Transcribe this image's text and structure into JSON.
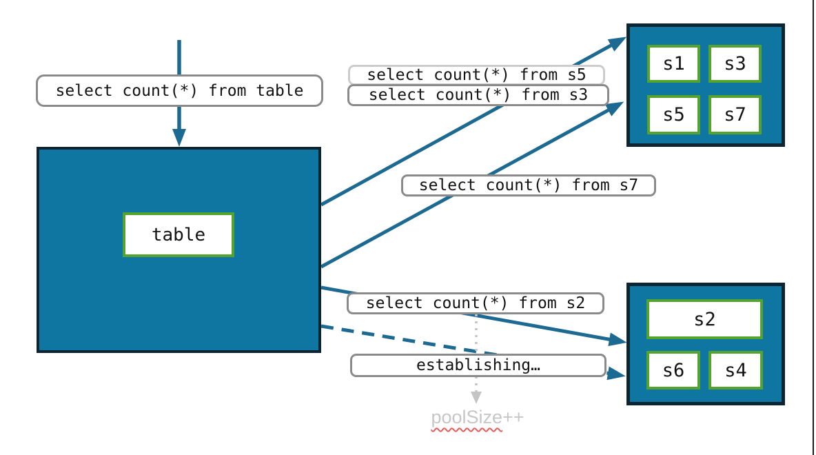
{
  "labels": {
    "query_table": "select count(*) from table",
    "query_s5": "select count(*) from s5",
    "query_s3": "select count(*) from s3",
    "query_s7": "select count(*) from s7",
    "query_s2": "select count(*) from s2",
    "establishing": "establishing…"
  },
  "table_box": {
    "label": "table"
  },
  "top_shard_box": {
    "shards": [
      "s1",
      "s3",
      "s5",
      "s7"
    ]
  },
  "bottom_shard_box": {
    "shards": [
      "s2",
      "s6",
      "s4"
    ]
  },
  "pool_note": {
    "text": "poolSize",
    "suffix": "++"
  },
  "colors": {
    "box_fill": "#0e76a0",
    "box_border": "#0d2433",
    "shard_border": "#54a32f",
    "arrow": "#1c6992",
    "label_border": "#8a8a8a",
    "label_border_light": "#cccccc",
    "dotted_arrow": "#c4c4c4",
    "pool_text": "#c6c6c6",
    "squiggle": "#e85c5c"
  }
}
